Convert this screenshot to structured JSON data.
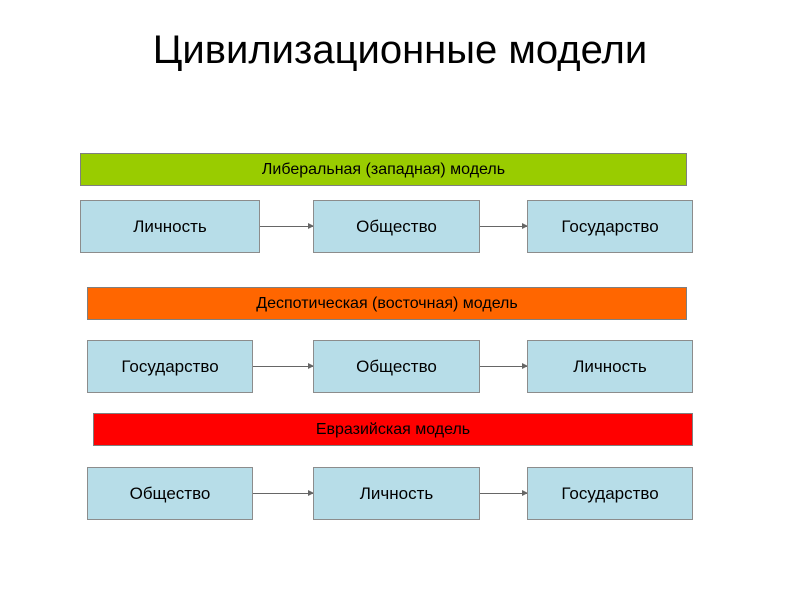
{
  "title": "Цивилизационные модели",
  "colors": {
    "liberal": "#99cc00",
    "despotic": "#ff6600",
    "eurasian": "#ff0000",
    "box": "#b7dde8"
  },
  "models": [
    {
      "label": "Либеральная (западная) модель",
      "chain": [
        "Личность",
        "Общество",
        "Государство"
      ]
    },
    {
      "label": "Деспотическая (восточная) модель",
      "chain": [
        "Государство",
        "Общество",
        "Личность"
      ]
    },
    {
      "label": "Евразийская модель",
      "chain": [
        "Общество",
        "Личность",
        "Государство"
      ]
    }
  ]
}
